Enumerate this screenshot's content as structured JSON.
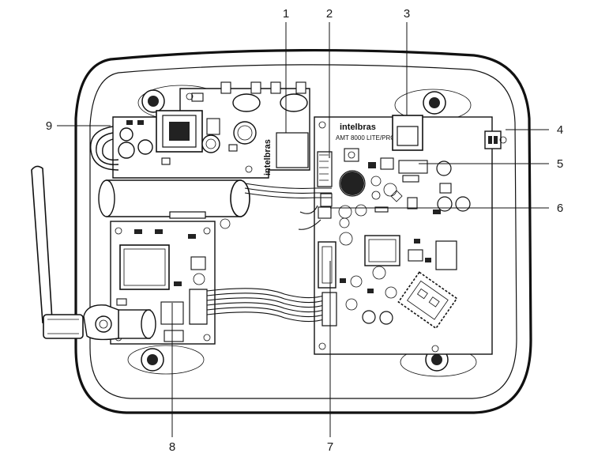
{
  "diagram": {
    "callouts": [
      {
        "id": "1",
        "label": "1"
      },
      {
        "id": "2",
        "label": "2"
      },
      {
        "id": "3",
        "label": "3"
      },
      {
        "id": "4",
        "label": "4"
      },
      {
        "id": "5",
        "label": "5"
      },
      {
        "id": "6",
        "label": "6"
      },
      {
        "id": "7",
        "label": "7"
      },
      {
        "id": "8",
        "label": "8"
      },
      {
        "id": "9",
        "label": "9"
      }
    ],
    "board_text": {
      "brand_main": "intelbras",
      "model_main": "AMT 8000 LITE/PRO",
      "brand_module": "intelbras"
    }
  }
}
